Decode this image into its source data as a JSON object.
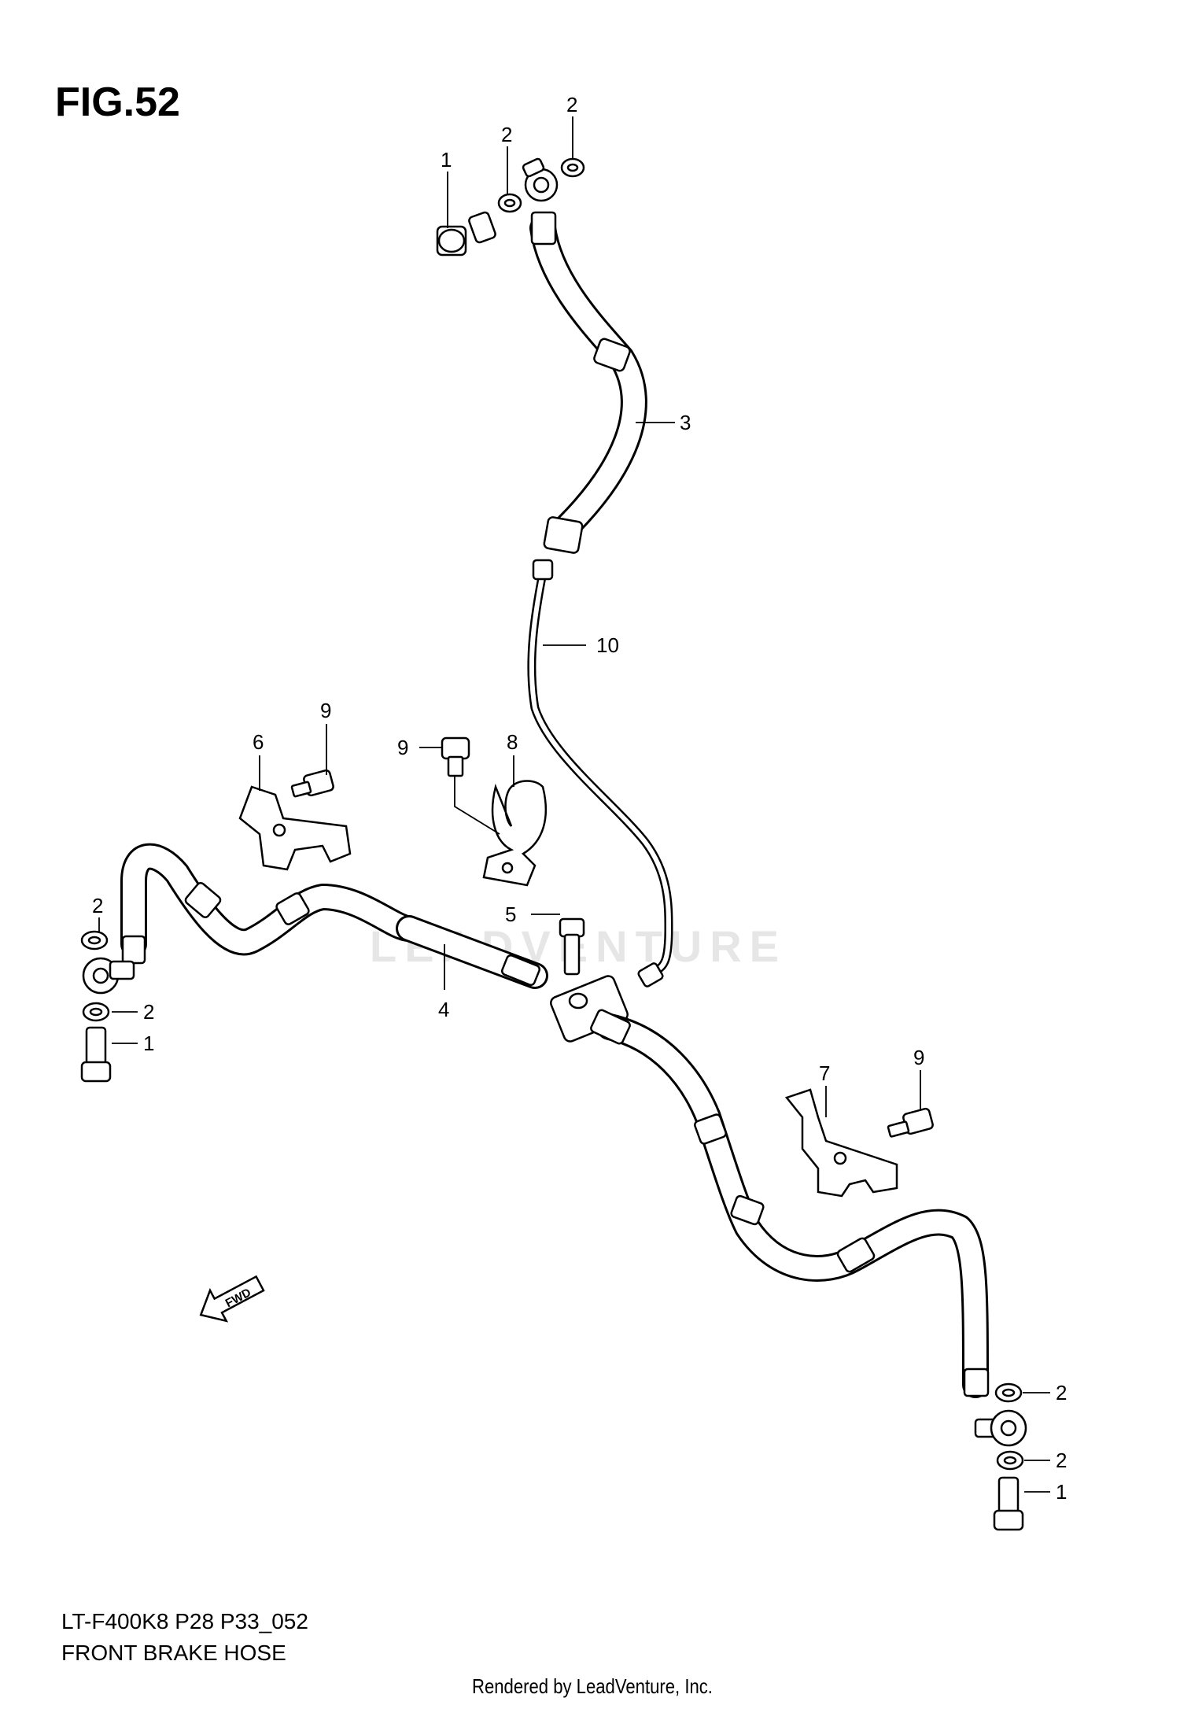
{
  "figure": {
    "title": "FIG.52",
    "model_code": "LT-F400K8 P28 P33_052",
    "name": "FRONT BRAKE  HOSE"
  },
  "footer": {
    "credit": "Rendered by LeadVenture, Inc."
  },
  "watermark": {
    "text": "LEADVENTURE"
  },
  "fwd_arrow": {
    "label": "FWD"
  },
  "callouts": [
    {
      "id": "c-top-1",
      "number": "1"
    },
    {
      "id": "c-top-2a",
      "number": "2"
    },
    {
      "id": "c-top-2b",
      "number": "2"
    },
    {
      "id": "c-3",
      "number": "3"
    },
    {
      "id": "c-10",
      "number": "10"
    },
    {
      "id": "c-6",
      "number": "6"
    },
    {
      "id": "c-9a",
      "number": "9"
    },
    {
      "id": "c-9b",
      "number": "9"
    },
    {
      "id": "c-8",
      "number": "8"
    },
    {
      "id": "c-5",
      "number": "5"
    },
    {
      "id": "c-4",
      "number": "4"
    },
    {
      "id": "c-left-2a",
      "number": "2"
    },
    {
      "id": "c-left-2b",
      "number": "2"
    },
    {
      "id": "c-left-1",
      "number": "1"
    },
    {
      "id": "c-7",
      "number": "7"
    },
    {
      "id": "c-9c",
      "number": "9"
    },
    {
      "id": "c-right-2a",
      "number": "2"
    },
    {
      "id": "c-right-2b",
      "number": "2"
    },
    {
      "id": "c-right-1",
      "number": "1"
    }
  ]
}
